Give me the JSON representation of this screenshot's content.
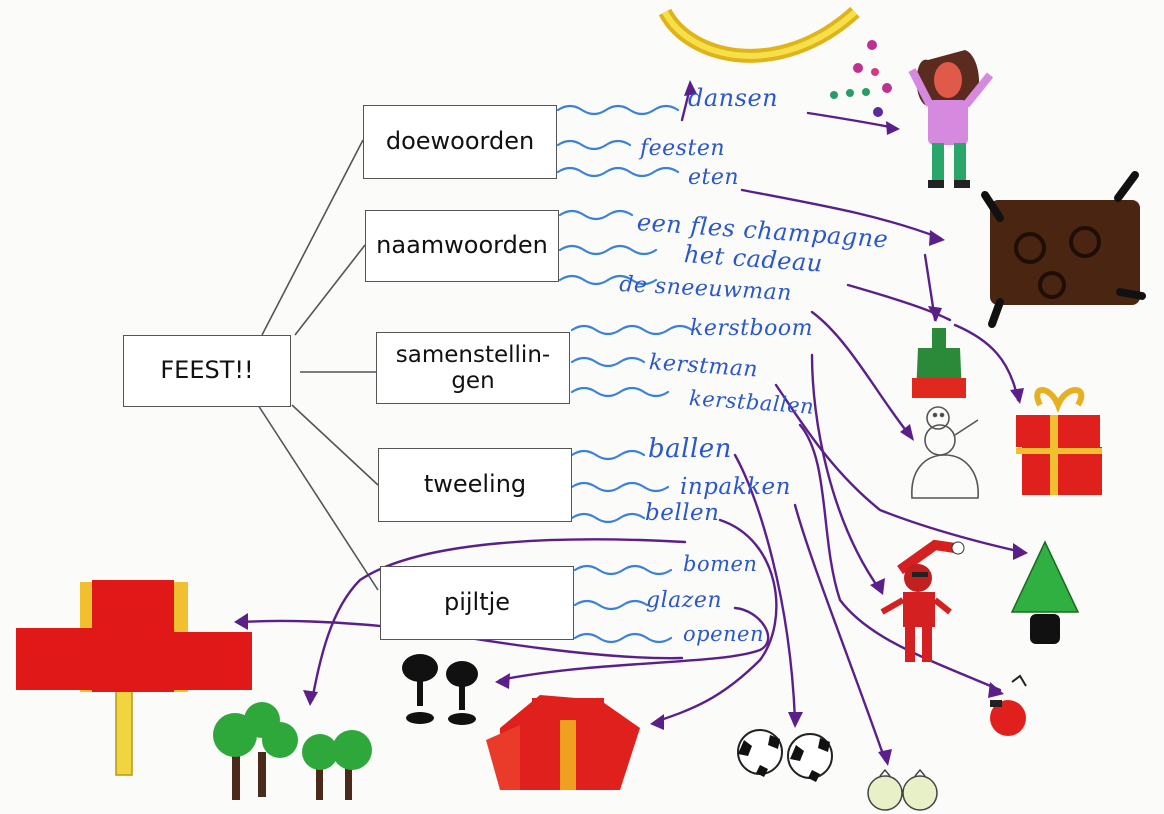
{
  "center": {
    "label": "FEEST!!"
  },
  "branches": [
    {
      "id": "doewoorden",
      "label": "doewoorden",
      "words": [
        "dansen",
        "feesten",
        "eten"
      ]
    },
    {
      "id": "naamwoorden",
      "label": "naamwoorden",
      "words": [
        "een fles champagne",
        "het cadeau",
        "de sneeuwman"
      ]
    },
    {
      "id": "samenstellingen",
      "label": "samenstellin-\ngen",
      "words": [
        "kerstboom",
        "kerstman",
        "kerstballen"
      ]
    },
    {
      "id": "tweeling",
      "label": "tweeling",
      "words": [
        "ballen",
        "inpakken",
        "bellen"
      ]
    },
    {
      "id": "pijltje",
      "label": "pijltje",
      "words": [
        "bomen",
        "glazen",
        "openen"
      ]
    }
  ],
  "colors": {
    "handwriting": "#2a57c9",
    "arrows": "#5b1f8a",
    "box_border": "#555555"
  },
  "drawings": [
    "sun-drawing",
    "confetti-drawing",
    "dancing-girl-drawing",
    "brown-table-drawing",
    "champagne-bottle-drawing",
    "snowman-drawing",
    "gift-drawing",
    "santa-drawing",
    "christmas-tree-drawing",
    "ornament-drawing",
    "red-flag-drawing",
    "trees-drawing",
    "wine-glasses-drawing",
    "open-gift-drawing",
    "footballs-drawing",
    "bells-drawing"
  ]
}
